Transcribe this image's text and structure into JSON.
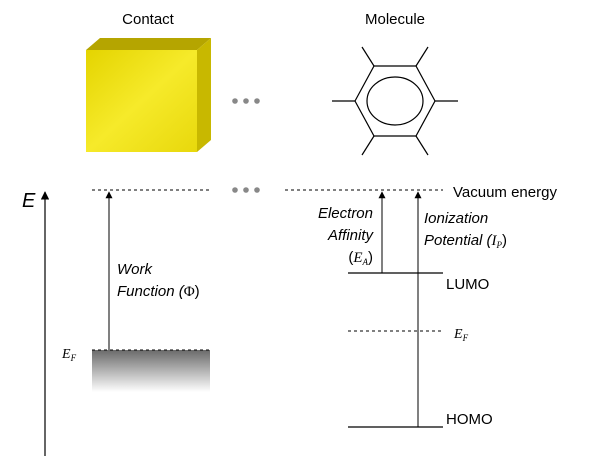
{
  "headings": {
    "contact": "Contact",
    "molecule": "Molecule"
  },
  "ellipsis": "•••",
  "axis": {
    "label": "E"
  },
  "levels": {
    "vacuum": "Vacuum energy",
    "lumo": "LUMO",
    "homo": "HOMO",
    "ef_main": "E",
    "ef_sub": "F"
  },
  "work_function": {
    "line1": "Work",
    "line2": "Function (",
    "symbol": "Φ",
    "close": ")"
  },
  "electron_affinity": {
    "line1": "Electron",
    "line2": "Affinity",
    "open": "(",
    "symbol": "E",
    "sub": "A",
    "close": ")"
  },
  "ionization_potential": {
    "line1": "Ionization",
    "line2": "Potential (",
    "symbol": "I",
    "sub": "P",
    "close": ")"
  },
  "colors": {
    "contact_front": "#f2e21a",
    "contact_top": "#b9a900",
    "contact_side": "#cdbd0a",
    "metal_gradient_top": "#6a6a6a",
    "metal_gradient_bottom": "#ffffff"
  }
}
